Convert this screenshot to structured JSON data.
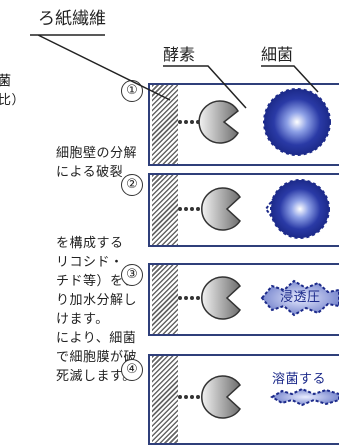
{
  "labels": {
    "wall": "ろ紙繊維",
    "enzyme": "酵素",
    "bacteria": "細菌"
  },
  "steps": [
    {
      "number": "①",
      "state_text": ""
    },
    {
      "number": "②",
      "state_text": ""
    },
    {
      "number": "③",
      "state_text": "浸透圧"
    },
    {
      "number": "④",
      "state_text": "溶菌する"
    }
  ],
  "body_text": {
    "line1": "菌",
    "line2": "比）",
    "line3": "細胞壁の分解",
    "line4": "による破裂",
    "line5": "を構成する",
    "line6": "リコシド・",
    "line7": "チド等）を、",
    "line8": "り加水分解し",
    "line9": "けます。",
    "line10": "により、細菌",
    "line11": "で細胞膜が破",
    "line12": "死滅します。"
  },
  "colors": {
    "frame": "#2f3f7a",
    "enzyme_fill": "#8a8a8a",
    "bacteria_core": "#1c2a8a",
    "burst_fill": "#8e9ad6",
    "dots": "#333333"
  }
}
